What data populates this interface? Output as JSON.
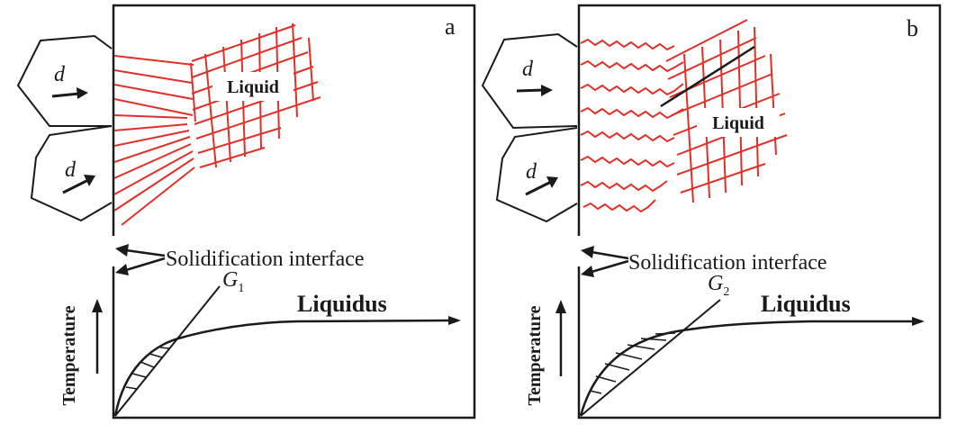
{
  "panels": [
    {
      "letter": "a",
      "liquid_label": "Liquid",
      "grain_label": "d",
      "interface_label": "Solidification interface",
      "gradient_label": {
        "base": "G",
        "sub": "1"
      },
      "liquidus_label": "Liquidus",
      "temperature_label": "Temperature",
      "dendrite_style": "straight"
    },
    {
      "letter": "b",
      "liquid_label": "Liquid",
      "grain_label": "d",
      "interface_label": "Solidification interface",
      "gradient_label": {
        "base": "G",
        "sub": "2"
      },
      "liquidus_label": "Liquidus",
      "temperature_label": "Temperature",
      "dendrite_style": "wavy"
    }
  ],
  "colors": {
    "ink": "#1a1a1a",
    "dendrite": "#e0302a"
  }
}
